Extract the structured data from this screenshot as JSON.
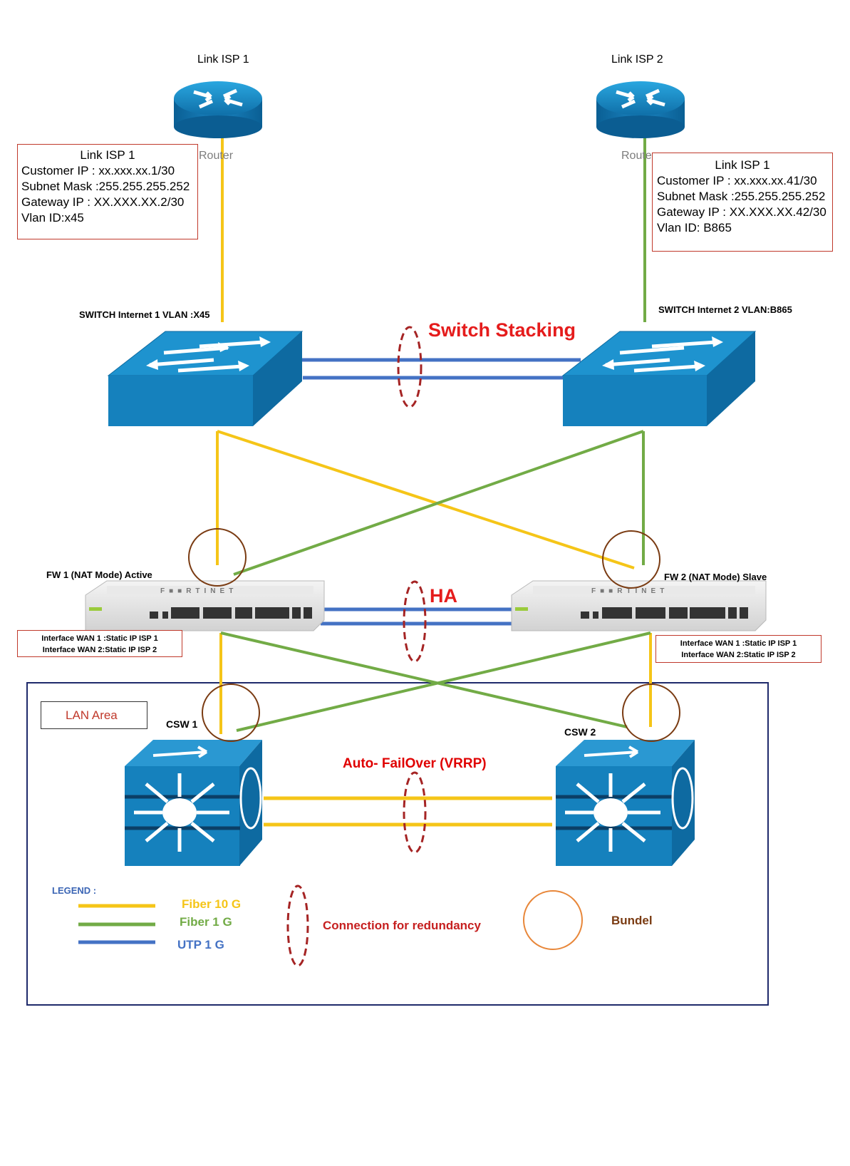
{
  "isp1": {
    "title": "Link ISP 1",
    "router_label": "Router"
  },
  "isp2": {
    "title": "Link ISP 2",
    "router_label": "Router"
  },
  "isp1_info": {
    "heading": "Link ISP 1",
    "customer_ip": "Customer IP : xx.xxx.xx.1/30",
    "subnet_mask": "Subnet Mask :255.255.255.252",
    "gateway_ip": "Gateway IP : XX.XXX.XX.2/30",
    "vlan_id": "Vlan ID:x45"
  },
  "isp2_info": {
    "heading": "Link ISP 1",
    "customer_ip": "Customer IP : xx.xxx.xx.41/30",
    "subnet_mask": "Subnet Mask :255.255.255.252",
    "gateway_ip": "Gateway IP : XX.XXX.XX.42/30",
    "vlan_id": "Vlan ID: B865"
  },
  "switch1": {
    "label": "SWITCH Internet 1 VLAN :X45"
  },
  "switch2": {
    "label": "SWITCH Internet 2 VLAN:B865"
  },
  "switch_stacking": "Switch Stacking",
  "fw1": {
    "label": "FW 1 (NAT Mode) Active",
    "wan1": "Interface WAN 1 :Static IP ISP 1",
    "wan2": "Interface WAN 2:Static IP ISP 2"
  },
  "fw2": {
    "label": "FW 2 (NAT Mode) Slave",
    "wan1": "Interface WAN 1 :Static IP ISP 1",
    "wan2": "Interface WAN 2:Static IP ISP 2"
  },
  "ha_label": "HA",
  "lan_area": "LAN Area",
  "csw1": "CSW 1",
  "csw2": "CSW 2",
  "vrrp_label": "Auto- FailOver (VRRP)",
  "legend": {
    "title": "LEGEND :",
    "fiber10": "Fiber 10 G",
    "fiber1": "Fiber 1 G",
    "utp": "UTP 1 G",
    "redundancy": "Connection for redundancy",
    "bundle": "Bundel"
  },
  "colors": {
    "fiber10": "#f5c518",
    "fiber1": "#72ab46",
    "utp": "#4472c4",
    "redundancy": "#a52424",
    "bundle_lan": "#7a3b12",
    "bundle_legend": "#e8873a",
    "device_blue": "#1d8ac5"
  }
}
